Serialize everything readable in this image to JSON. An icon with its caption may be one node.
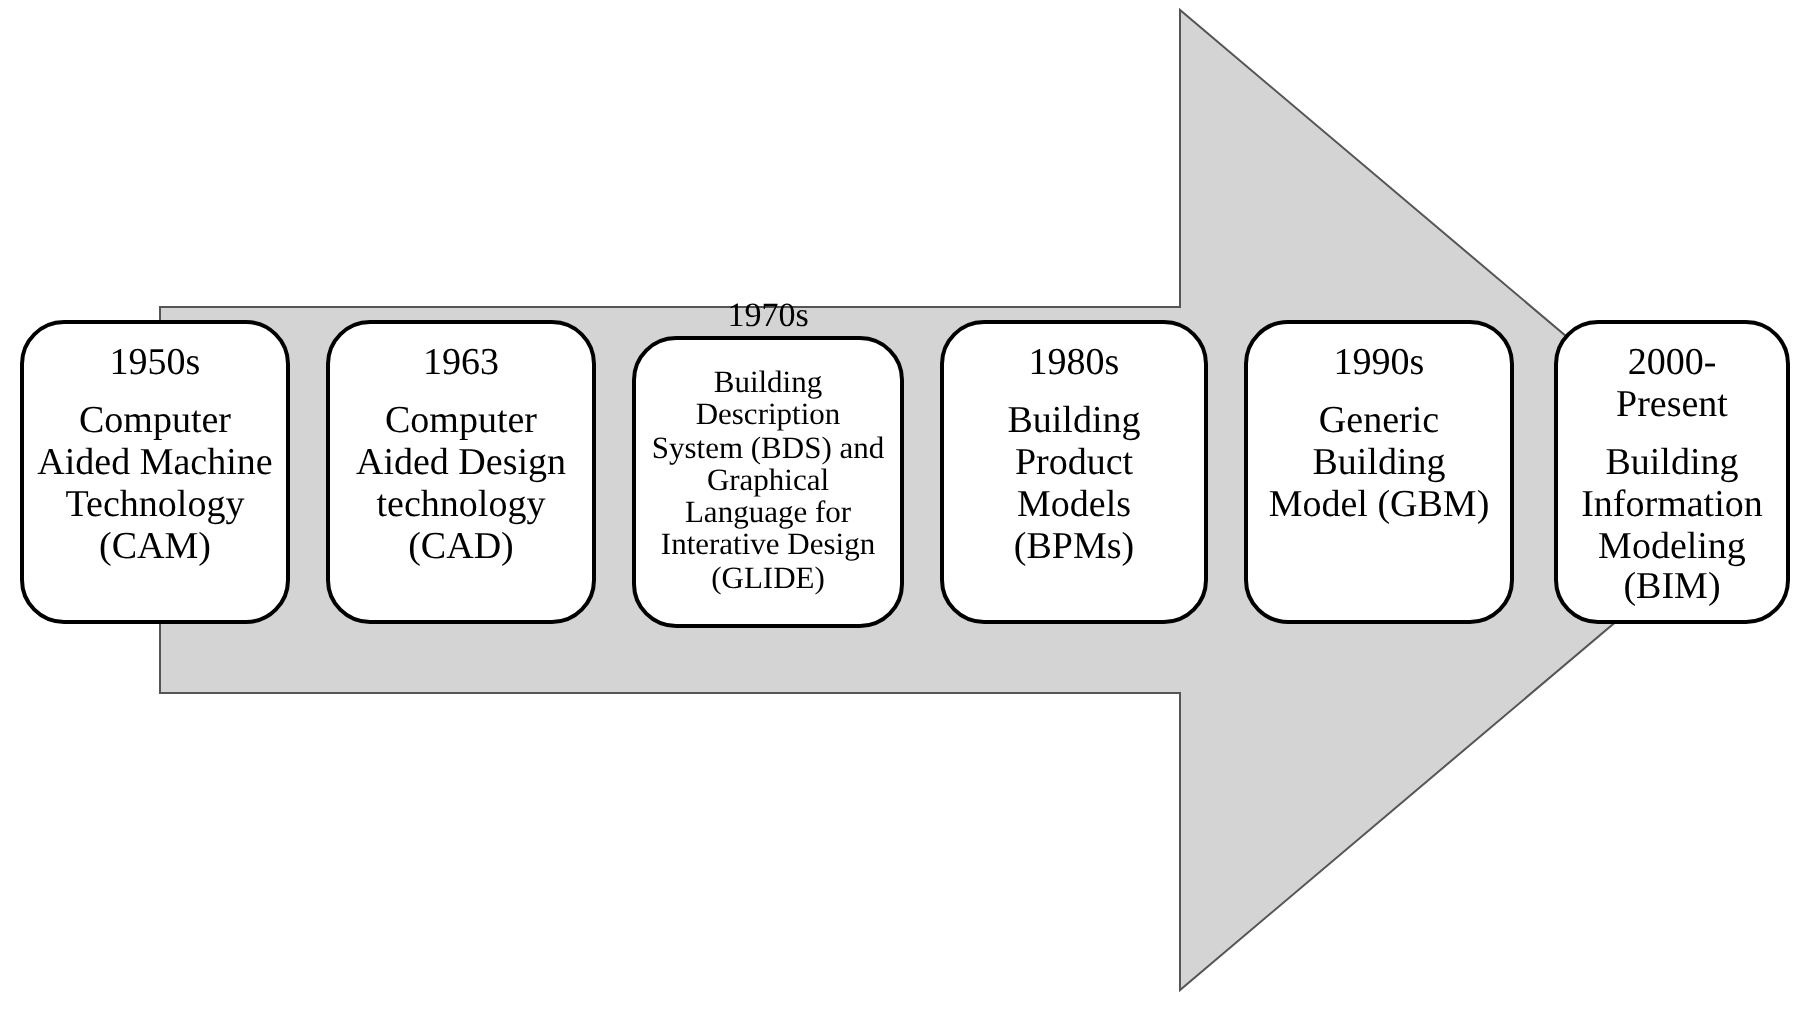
{
  "diagram": {
    "nodes": [
      {
        "text": [
          "1950s",
          "Computer Aided Machine Technology (CAM)"
        ]
      },
      {
        "text": [
          "1963",
          "Computer Aided Design technology (CAD)"
        ]
      },
      {
        "text": [
          "1970s",
          "Building Description System (BDS) and Graphical Language for Interative Design (GLIDE)"
        ]
      },
      {
        "text": [
          "1980s",
          "Building Product Models (BPMs)"
        ]
      },
      {
        "text": [
          "1990s",
          "Generic Building Model (GBM)"
        ]
      },
      {
        "text": [
          "2000- Present",
          "Building Information Modeling (BIM)"
        ]
      }
    ],
    "edges": [
      {
        "from": 0,
        "to": 5,
        "arrow": "to"
      }
    ]
  }
}
